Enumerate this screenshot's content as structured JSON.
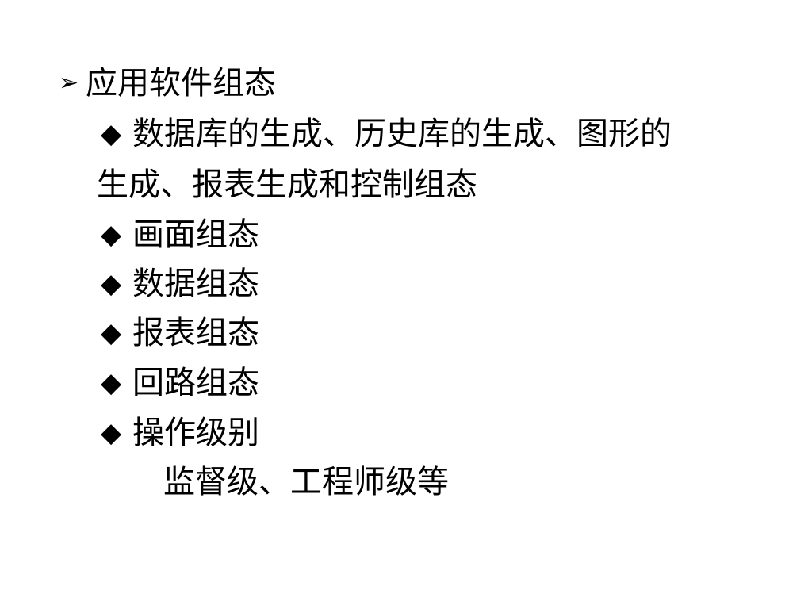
{
  "heading": {
    "marker": "➢",
    "text": "应用软件组态"
  },
  "bullet_marker": "◆",
  "items": [
    {
      "text": "数据库的生成、历史库的生成、图形的",
      "continuation": "生成、报表生成和控制组态"
    },
    {
      "text": "画面组态"
    },
    {
      "text": "数据组态"
    },
    {
      "text": "报表组态"
    },
    {
      "text": "回路组态"
    },
    {
      "text": "操作级别",
      "sub": "监督级、工程师级等"
    }
  ]
}
